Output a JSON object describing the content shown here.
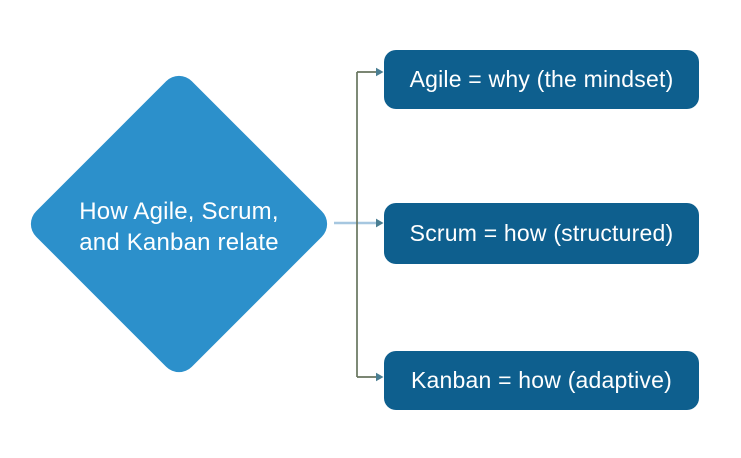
{
  "diagram": {
    "background": "#ffffff",
    "diamond": {
      "lines": [
        "How Agile, Scrum,",
        "and Kanban relate"
      ],
      "fill": "#2c90cb",
      "text_color": "#ffffff"
    },
    "nodes": [
      {
        "id": "agile",
        "label": "Agile = why (the mindset)"
      },
      {
        "id": "scrum",
        "label": "Scrum = how (structured)"
      },
      {
        "id": "kanban",
        "label": "Kanban = how (adaptive)"
      }
    ],
    "node_style": {
      "fill": "#0e5f8e",
      "text_color": "#ffffff"
    },
    "connectors": {
      "main_color": "#a6c7e0",
      "branch_color": "#68755f",
      "arrow_color": "#4a7e92"
    }
  }
}
